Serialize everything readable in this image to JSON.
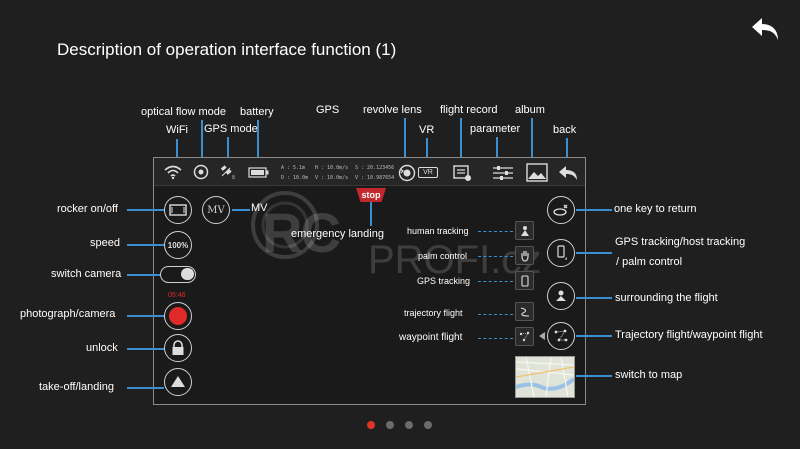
{
  "page": {
    "title": "Description of operation interface function (1)"
  },
  "top_labels": {
    "optical_flow_mode": "optical flow mode",
    "battery": "battery",
    "gps": "GPS",
    "revolve_lens": "revolve lens",
    "flight_record": "flight record",
    "album": "album",
    "wifi": "WiFi",
    "gps_mode": "GPS mode",
    "vr": "VR",
    "parameter": "parameter",
    "back": "back"
  },
  "status_readout": {
    "a": "A : 5.1m",
    "d": "D : 10.0m",
    "h": "H : 10.0m/s",
    "v": "V : 10.0m/s",
    "s": "S : 20.123456",
    "v2": "V : 10.987654",
    "gps_mode_value": "8"
  },
  "left_labels": {
    "rocker": "rocker on/off",
    "speed": "speed",
    "switch_camera": "switch camera",
    "photo_camera": "photograph/camera",
    "unlock": "unlock",
    "takeoff": "take-off/landing"
  },
  "right_labels": {
    "return": "one key to return",
    "gps_tracking_host": "GPS tracking/host tracking",
    "palm_control_sub": "/ palm control",
    "surrounding": "surrounding the flight",
    "trajectory_waypoint": "Trajectory flight/waypoint flight",
    "switch_map": "switch to map"
  },
  "inner_labels": {
    "human_tracking": "human tracking",
    "palm_control": "palm control",
    "gps_tracking": "GPS tracking",
    "trajectory_flight": "trajectory flight",
    "waypoint_flight": "waypoint flight"
  },
  "controls": {
    "mv_label": "MV",
    "mv_annotation": "MV",
    "speed_value": "100%",
    "timer": "05:46",
    "stop": "stop",
    "emergency_landing": "emergency landing",
    "vr_badge": "VR"
  },
  "watermark": {
    "rc": "RC",
    "profi": "PROFI.cz"
  },
  "pagination": {
    "count": 4,
    "active": 0
  },
  "colors": {
    "accent_line": "#3a8fd0",
    "record_red": "#e02a2a",
    "active_dot": "#e0332a",
    "stop_red": "#c0282d"
  }
}
